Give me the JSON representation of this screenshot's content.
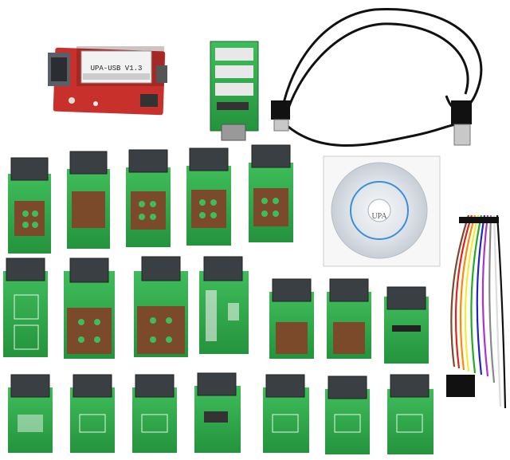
{
  "product": {
    "programmer_label": "UPA-USB V1.3",
    "cd_label": "UPA"
  },
  "colors": {
    "background": "#ffffff",
    "pcb_green": "#2fa84a",
    "pcb_red": "#c8302c",
    "socket_brown": "#7a4a2a",
    "connector_gray": "#3a3f44",
    "cable_black": "#111111"
  },
  "components": {
    "adapter_count": 20,
    "ribbon_wire_colors": [
      "#7a4a2a",
      "#d22",
      "#f80",
      "#ee3",
      "#2a2",
      "#22c",
      "#a3c",
      "#888",
      "#fff",
      "#111"
    ]
  }
}
